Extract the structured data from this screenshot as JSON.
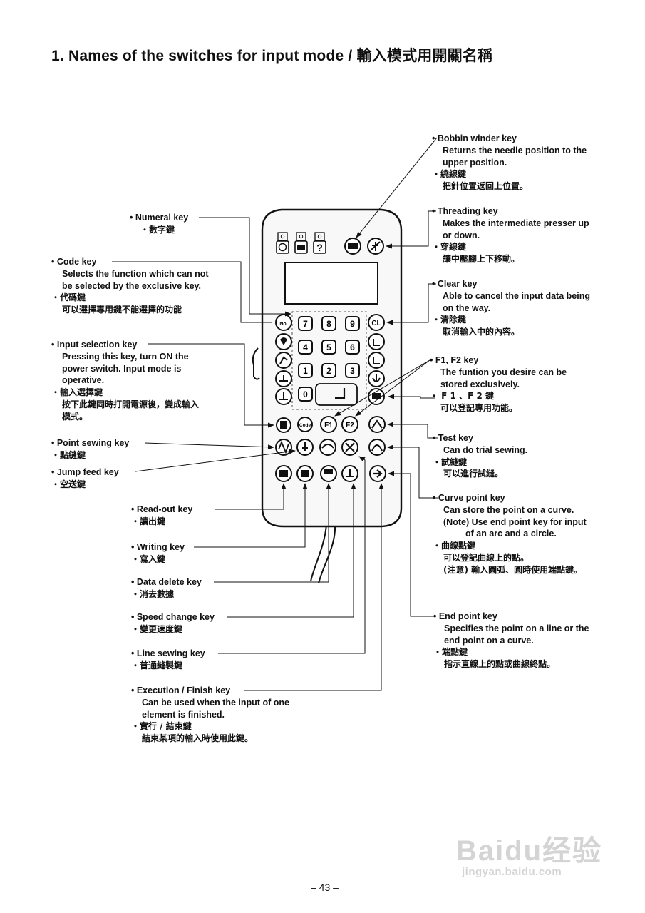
{
  "title": "1. Names of the switches for input mode / 輸入模式用開關名稱",
  "page_number": "– 43 –",
  "watermark": {
    "brand": "Baidu经验",
    "url": "jingyan.baidu.com"
  },
  "keypad": {
    "num_keys": [
      "7",
      "8",
      "9",
      "4",
      "5",
      "6",
      "1",
      "2",
      "3",
      "0"
    ],
    "cl": "CL",
    "f1": "F1",
    "f2": "F2",
    "code": "Code",
    "help": "?",
    "no": "No."
  },
  "labels": {
    "numeral": {
      "title": "• Numeral key",
      "zh": "・數字鍵"
    },
    "code": {
      "title": "• Code key",
      "desc": [
        "Selects the function which can not",
        "be selected by the exclusive key."
      ],
      "zh": [
        "・代碼鍵",
        "可以選擇專用鍵不能選擇的功能"
      ]
    },
    "input_selection": {
      "title": "• Input selection key",
      "desc": [
        "Pressing this key, turn ON the",
        "power switch. Input mode is",
        "operative."
      ],
      "zh": [
        "・輸入選擇鍵",
        "按下此鍵同時打開電源後，變成輸入",
        "模式。"
      ]
    },
    "point_sewing": {
      "title": "• Point sewing key",
      "zh": "・點縫鍵"
    },
    "jump_feed": {
      "title": "• Jump feed key",
      "zh": "・空送鍵"
    },
    "read_out": {
      "title": "• Read-out key",
      "zh": "・讀出鍵"
    },
    "writing": {
      "title": "• Writing key",
      "zh": "・寫入鍵"
    },
    "data_delete": {
      "title": "• Data delete key",
      "zh": "・消去數據"
    },
    "speed_change": {
      "title": "• Speed change key",
      "zh": "・變更速度鍵"
    },
    "line_sewing": {
      "title": "• Line sewing key",
      "zh": "・普通縫製鍵"
    },
    "execution": {
      "title": "• Execution / Finish key",
      "desc": [
        "Can be used when the input of one",
        "element is finished."
      ],
      "zh": [
        "・實行 / 結束鍵",
        "結束某項的輸入時使用此鍵。"
      ]
    },
    "bobbin": {
      "title": "• Bobbin winder key",
      "desc": [
        "Returns the needle position to the",
        "upper position."
      ],
      "zh": [
        "・繞線鍵",
        "把針位置返回上位置。"
      ]
    },
    "threading": {
      "title": "• Threading key",
      "desc": [
        "Makes the intermediate presser up",
        "or down."
      ],
      "zh": [
        "・穿線鍵",
        "讓中壓腳上下移動。"
      ]
    },
    "clear": {
      "title": "• Clear key",
      "desc": [
        "Able to cancel the input data being",
        "on the way."
      ],
      "zh": [
        "・清除鍵",
        "取消輸入中的內容。"
      ]
    },
    "f1f2": {
      "title": "• F1, F2 key",
      "desc": [
        "The funtion you desire can be",
        "stored exclusively."
      ],
      "zh": [
        "・ F 1 、F 2 鍵",
        "可以登記專用功能。"
      ]
    },
    "test": {
      "title": "• Test key",
      "desc": [
        "Can do trial sewing."
      ],
      "zh": [
        "・試縫鍵",
        "可以進行試縫。"
      ]
    },
    "curve_point": {
      "title": "• Curve point key",
      "desc": [
        "Can store the point on a curve."
      ],
      "note": [
        "(Note) Use end point key for input",
        "of an arc and a circle."
      ],
      "zh": [
        "・曲線點鍵",
        "可以登記曲線上的點。",
        "(注意) 輸入圓弧、圓時使用端點鍵。"
      ]
    },
    "end_point": {
      "title": "• End point key",
      "desc": [
        "Specifies the point on a line or the",
        "end point on a curve."
      ],
      "zh": [
        "・端點鍵",
        "指示直線上的點或曲線終點。"
      ]
    }
  }
}
